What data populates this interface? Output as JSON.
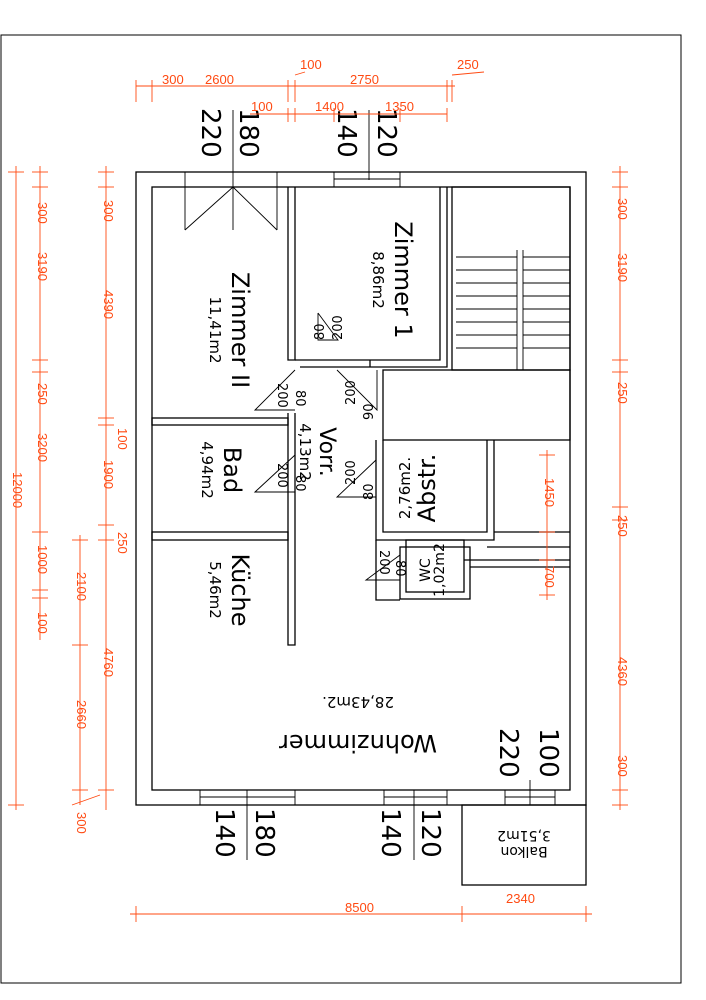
{
  "rooms": {
    "zimmer2": {
      "name": "Zimmer II",
      "area": "11,41m2"
    },
    "zimmer1": {
      "name": "Zimmer 1",
      "area": "8,86m2"
    },
    "bad": {
      "name": "Bad",
      "area": "4,94m2"
    },
    "vorr": {
      "name": "Vorr.",
      "area": "4,13m2"
    },
    "abstr": {
      "name": "Abstr.",
      "area": "2,76m2."
    },
    "wc": {
      "name": "WC",
      "area": "1,02m2"
    },
    "kueche": {
      "name": "Küche",
      "area": "5,46m2"
    },
    "wohnzimmer": {
      "name": "Wohnzimmer",
      "area": "28,43m2."
    },
    "balkon": {
      "name": "Balkon",
      "area": "3,51m2"
    }
  },
  "openings": {
    "top_left_180": "180",
    "top_left_220": "220",
    "top_mid_140": "140",
    "top_mid_120": "120",
    "right_100": "100",
    "right_220": "220",
    "bottom_left_140": "140",
    "bottom_left_180": "180",
    "bottom_mid_140": "140",
    "bottom_mid_120": "120"
  },
  "doors": {
    "z1": {
      "w": "80",
      "h": "200"
    },
    "z2": {
      "w": "80",
      "h": "200"
    },
    "abstr_top": {
      "w": "90",
      "h": "200"
    },
    "bad": {
      "w": "80",
      "h": "200"
    },
    "abstr": {
      "w": "80",
      "h": "200"
    },
    "wc": {
      "w": "80",
      "h": "200"
    }
  },
  "dims": {
    "top": {
      "a300": "300",
      "a2600": "2600",
      "a100a": "100",
      "a2750": "2750",
      "a250": "250",
      "a100b": "100",
      "a1400": "1400",
      "a1350": "1350"
    },
    "left_outer": {
      "total": "12000"
    },
    "left_inner": {
      "a300": "300",
      "a3190": "3190",
      "a250": "250",
      "a3200": "3200",
      "a1000": "1000",
      "a100": "100",
      "a2100": "2100",
      "a2660": "2660",
      "a300b": "300"
    },
    "left_mid": {
      "a300": "300",
      "a4390": "4390",
      "a100": "100",
      "a1900": "1900",
      "a250": "250",
      "a4760": "4760"
    },
    "right": {
      "a300": "300",
      "a3190": "3190",
      "a250a": "250",
      "a1450": "1450",
      "a250b": "250",
      "a700": "700",
      "a4360": "4360",
      "a300b": "300"
    },
    "bottom": {
      "a8500": "8500",
      "a2340": "2340"
    }
  },
  "colors": {
    "dimension": "#ff4a12",
    "line": "#000000",
    "background": "#ffffff"
  }
}
